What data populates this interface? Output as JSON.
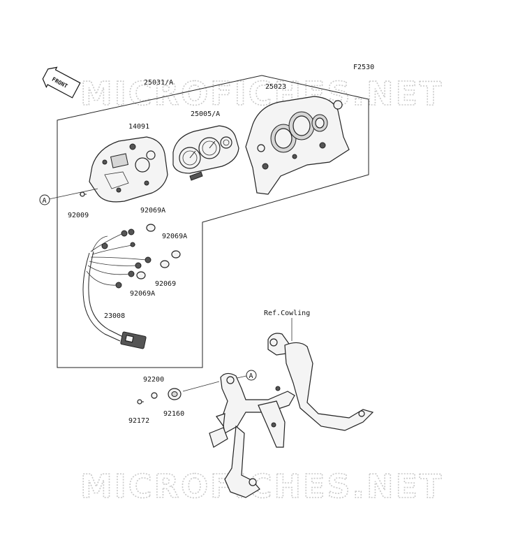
{
  "diagram_code": "F2530",
  "front_label": "FRONT",
  "watermark": "MICROFICHES.NET",
  "ref_label": "Ref.Cowling",
  "callout_letter": "A",
  "parts": {
    "p25031": "25031/A",
    "p25023": "25023",
    "p25005": "25005/A",
    "p14091": "14091",
    "p92009": "92009",
    "p92069a_1": "92069A",
    "p92069a_2": "92069A",
    "p92069": "92069",
    "p92069a_3": "92069A",
    "p23008": "23008",
    "p92200": "92200",
    "p92172": "92172",
    "p92160": "92160"
  }
}
